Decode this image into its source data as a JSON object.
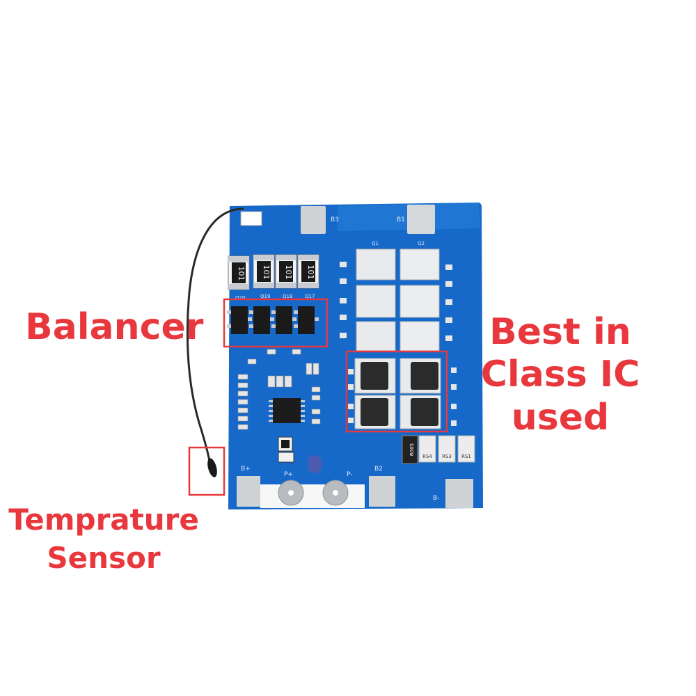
{
  "annotations": {
    "balancer": "Balancer",
    "best_ic_line1": "Best in",
    "best_ic_line2": "Class IC",
    "best_ic_line3": "used",
    "temp_line1": "Temprature",
    "temp_line2": "Sensor"
  },
  "silkscreen": {
    "b3": "B3",
    "b1": "B1",
    "b2": "B2",
    "b_plus": "B+",
    "b_minus": "B-",
    "p_plus": "P+",
    "p_minus": "P-",
    "q1": "Q1",
    "q2": "Q2",
    "q17": "Q17",
    "q18": "Q18",
    "q19": "Q19",
    "q20": "Q20",
    "rs1": "RS1",
    "rs3": "RS3",
    "rs4": "RS4",
    "r005": "R005"
  },
  "resistor_marking": "101",
  "colors": {
    "pcb": "#1769c9",
    "annotation": "#e8383d",
    "pad": "#cfd3d6",
    "wire": "#2a2a2a"
  }
}
